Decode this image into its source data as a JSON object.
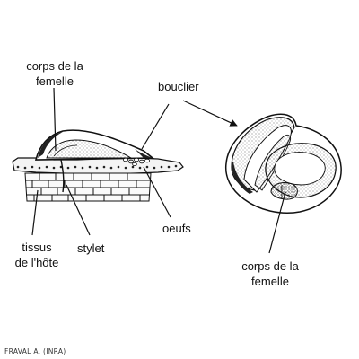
{
  "labels": {
    "female_body_left": [
      "corps de la",
      "femelle"
    ],
    "shield": "bouclier",
    "eggs": "oeufs",
    "host_tissue": [
      "tissus",
      "de l'hôte"
    ],
    "stylet": "stylet",
    "female_body_right": [
      "corps de la",
      "femelle"
    ]
  },
  "credit": "FRAVAL A. (INRA)",
  "colors": {
    "ink": "#111111",
    "paper": "#ffffff",
    "stipple": "#555555"
  }
}
